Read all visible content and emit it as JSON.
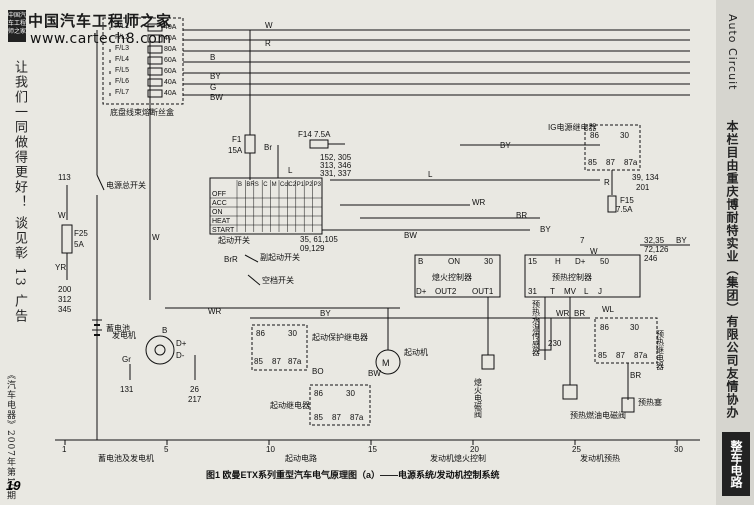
{
  "header": {
    "logo_title": "中国汽车工程师之家",
    "logo_url": "www.cartech8.com",
    "logo_badge": "中国汽车工程师之家"
  },
  "left_margin": {
    "slogan": "让我们一同做得更好！ 谈见彰 13 广告",
    "magazine": "《汽车电器》2007年第10期",
    "page_number": "19"
  },
  "right_margin": {
    "english_title": "Auto Circuit",
    "main_text": "本栏目由重庆博耐特实业（集团）有限公司友情协办",
    "section_tag": "整车电路"
  },
  "caption": "图1 欧曼ETX系列重型汽车电气原理图（a）——电源系统/发动机控制系统",
  "diagram": {
    "fuses": [
      "F/L1",
      "F/L2",
      "F/L3",
      "F/L4",
      "F/L5",
      "F/L6",
      "F/L7"
    ],
    "fuse_ratings": [
      "40A",
      "40A",
      "80A",
      "60A",
      "60A",
      "40A",
      "40A"
    ],
    "wire_colors_top": [
      "W",
      "R",
      "B",
      "BY",
      "G",
      "BW"
    ],
    "fuse_box_label": "底盘线束熔断丝盒",
    "f1_label": "F1",
    "f1_rating": "15A",
    "f14_label": "F14 7.5A",
    "f15_label": "F15",
    "f15_rating": "7.5A",
    "f25_label": "F25",
    "f25_rating": "5A",
    "ignition_terminals": [
      "B",
      "BR",
      "S",
      "C",
      "M",
      "Ccl",
      "C2",
      "P1",
      "P2",
      "P3"
    ],
    "ignition_positions": [
      "OFF",
      "ACC",
      "ON",
      "HEAT",
      "START"
    ],
    "start_switch_label": "起动开关",
    "sub_start_switch": "副起动开关",
    "neutral_switch": "空档开关",
    "master_switch": "电源总开关",
    "battery_label": "蓄电池",
    "generator_label": "发电机",
    "generator_terminals": [
      "B",
      "D+",
      "D-"
    ],
    "refs_f14": [
      "152, 305",
      "313, 346",
      "331, 337"
    ],
    "refs_start": [
      "35, 61,105",
      "09,129"
    ],
    "refs_ig": [
      "39, 134",
      "201"
    ],
    "refs_preheat": [
      "32,35",
      "72,126",
      "246"
    ],
    "refs_left": [
      "113",
      "200",
      "312",
      "345"
    ],
    "refs_gen": [
      "131",
      "26",
      "217"
    ],
    "ref_230": "230",
    "ig_relay_label": "IG电源继电器",
    "relay_pins": [
      "86",
      "30",
      "85",
      "87",
      "87a"
    ],
    "start_protect_relay": "起动保护继电器",
    "start_relay": "起动继电器",
    "starter_motor": "起动机",
    "flameout_ctrl": "熄火控制器",
    "flameout_pins": [
      "B",
      "ON",
      "30",
      "D+",
      "OUT2",
      "OUT1"
    ],
    "flameout_valve": "熄火电磁阀",
    "preheat_ctrl": "预热控制器",
    "preheat_pins": [
      "15",
      "H",
      "D+",
      "50",
      "31",
      "T",
      "MV",
      "L",
      "J"
    ],
    "preheat_relay": "预热继电器",
    "coolant_sensor": "预热水温传感器",
    "preheat_valve": "预热燃油电磁阀",
    "preheat_plug": "预热塞",
    "wire_labels": [
      "Br",
      "L",
      "WR",
      "BW",
      "BrR",
      "BR",
      "BO",
      "Gr",
      "YR",
      "BY",
      "W",
      "R",
      "WL",
      "7"
    ],
    "axis_ticks": [
      "1",
      "5",
      "10",
      "15",
      "20",
      "25",
      "30"
    ],
    "sections": [
      "蓄电池及发电机",
      "起动电路",
      "发动机熄火控制",
      "发动机预热"
    ]
  }
}
